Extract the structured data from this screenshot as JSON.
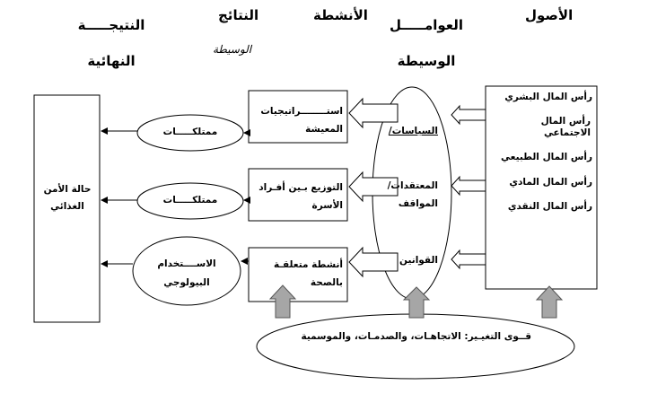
{
  "headers": {
    "origins": "الأصول",
    "mediating_factors": "العوامـــــل الوسيطة",
    "activities": "الأنشطة",
    "outcomes": "النتائج",
    "outcomes_sub": "الوسيطة",
    "final_result": "النتيجـــــة النهائية"
  },
  "assets": [
    "رأس المال البشري",
    "رأس المال الاجتماعي",
    "رأس المال الطبيعي",
    "رأس المال المادي",
    "رأس المال النقدي"
  ],
  "mediating": [
    "السياسات/",
    "المعتقدات/ المواقف",
    "القوانين"
  ],
  "activities": [
    "استــــــــراتيجيات المعيشة",
    "التوزيع بـين أفـراد الأسرة",
    "أنشطة متعلقـة بالصحة"
  ],
  "outcomes": [
    "ممتلكـــــات",
    "ممتلكـــــات",
    "الاســــتخدام البيولوجي"
  ],
  "final_state": "حالة الأمن الغذائي",
  "change_forces": "قــوى التغيـير: الاتجاهـات، والصدمـات، والموسمية"
}
